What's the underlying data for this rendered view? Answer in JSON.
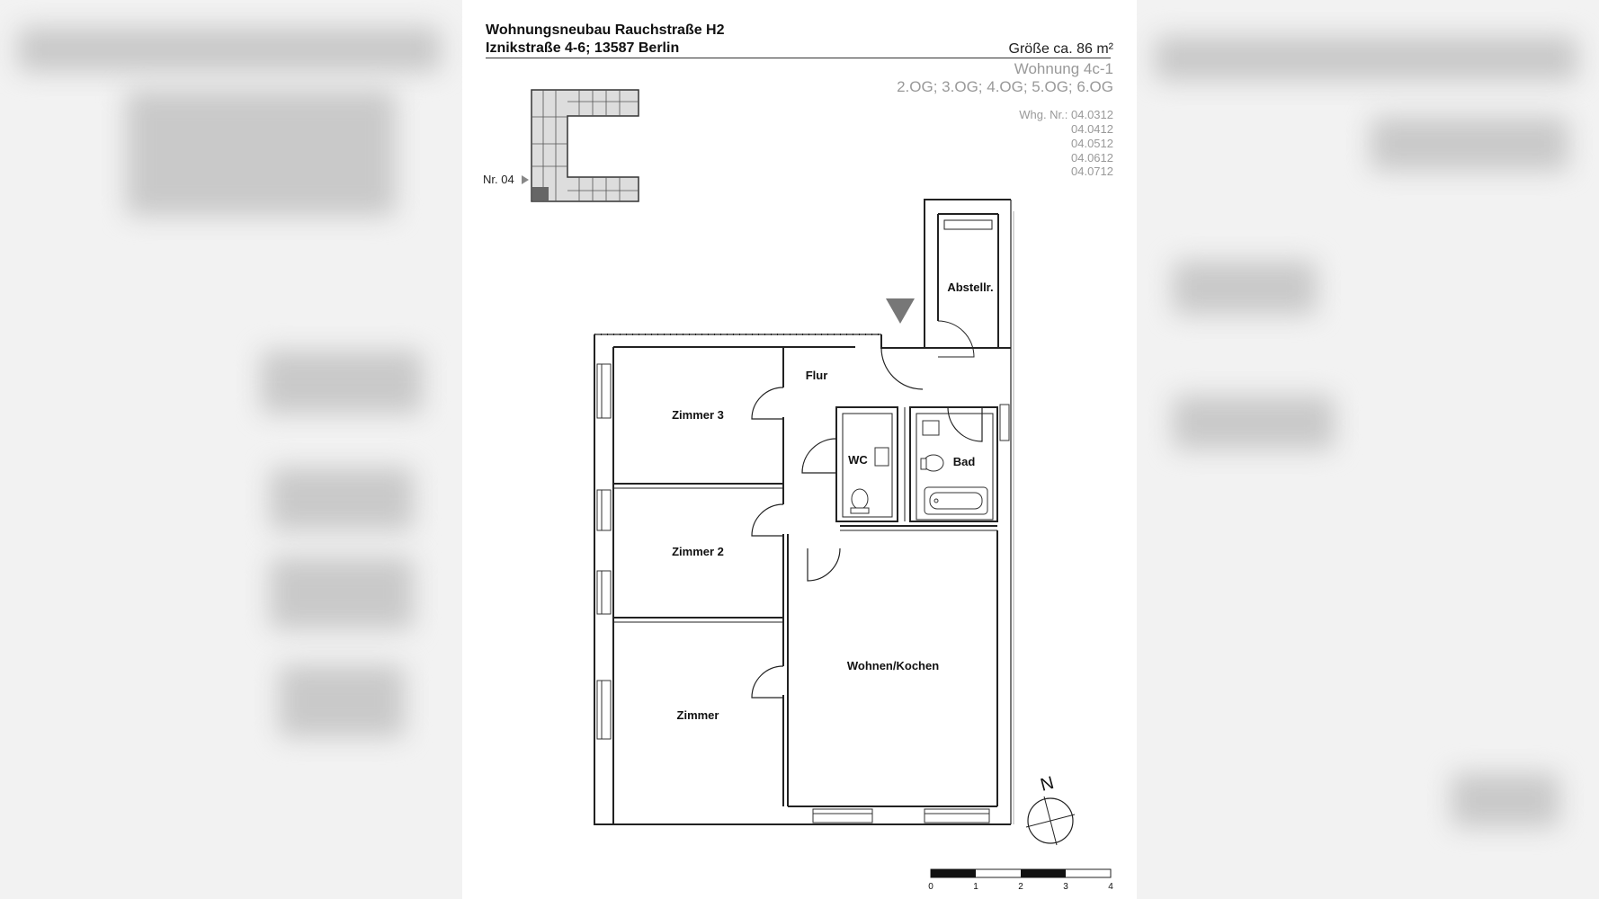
{
  "header": {
    "title_line1": "Wohnungsneubau Rauchstraße H2",
    "title_line2": "Iznikstraße 4-6; 13587 Berlin",
    "size": "Größe ca. 86 m²",
    "unit": "Wohnung 4c-1",
    "floors": "2.OG; 3.OG; 4.OG; 5.OG; 6.OG",
    "wohn_label": "Whg. Nr.: 04.0312",
    "wohn_numbers": [
      "04.0412",
      "04.0512",
      "04.0612",
      "04.0712"
    ]
  },
  "keyplan": {
    "label": "Nr. 04"
  },
  "rooms": {
    "flur": "Flur",
    "abstellr": "Abstellr.",
    "zimmer3": "Zimmer 3",
    "wc": "WC",
    "bad": "Bad",
    "zimmer2": "Zimmer 2",
    "wohnen": "Wohnen/Kochen",
    "zimmer": "Zimmer"
  },
  "compass": {
    "label": "N"
  },
  "scale": {
    "ticks": [
      "0",
      "1",
      "2",
      "3",
      "4"
    ]
  }
}
